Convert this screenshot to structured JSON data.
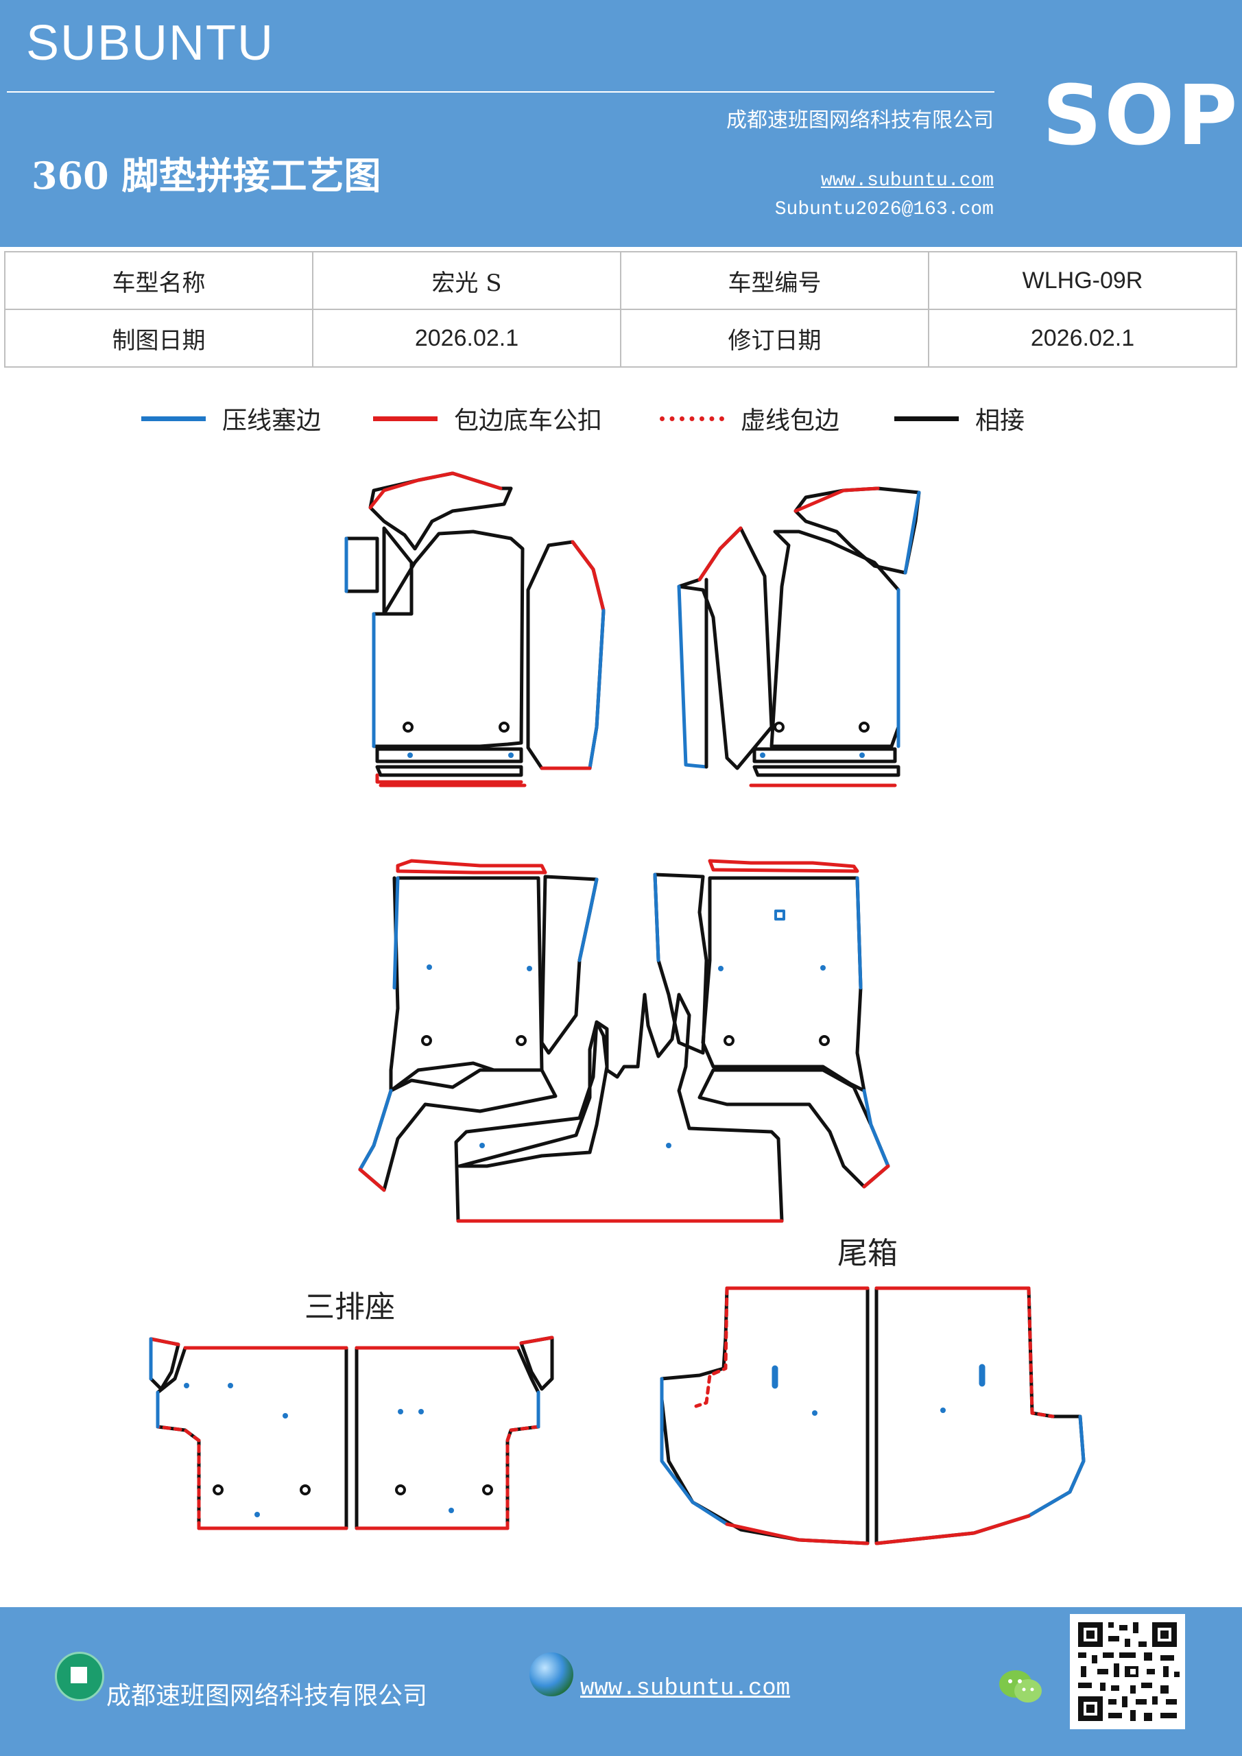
{
  "header": {
    "brand": "SUBUNTU",
    "sop": "SOP",
    "company": "成都速班图网络科技有限公司",
    "title": "360 脚垫拼接工艺图",
    "website": "www.subuntu.com",
    "email": "Subuntu2026@163.com"
  },
  "info_table": {
    "row1": [
      "车型名称",
      "宏光 S",
      "车型编号",
      "WLHG-09R"
    ],
    "row2": [
      "制图日期",
      "2026.02.1",
      "修订日期",
      "2026.02.1"
    ]
  },
  "legend": [
    {
      "label": "压线塞边",
      "color": "#1f78c8",
      "style": "solid"
    },
    {
      "label": "包边底车公扣",
      "color": "#e01e1e",
      "style": "solid"
    },
    {
      "label": "虚线包边",
      "color": "#e01e1e",
      "style": "dashed"
    },
    {
      "label": "相接",
      "color": "#111111",
      "style": "solid"
    }
  ],
  "diagram_labels": {
    "third_row": "三排座",
    "trunk": "尾箱"
  },
  "footer": {
    "company": "成都速班图网络科技有限公司",
    "website": "www.subuntu.com"
  },
  "icons": [
    "home-icon",
    "globe-icon",
    "wechat-icon",
    "qr-code"
  ],
  "colors": {
    "brand_blue": "#5b9bd5",
    "blue_edge": "#1f78c8",
    "red_edge": "#e01e1e",
    "black_edge": "#111111"
  }
}
